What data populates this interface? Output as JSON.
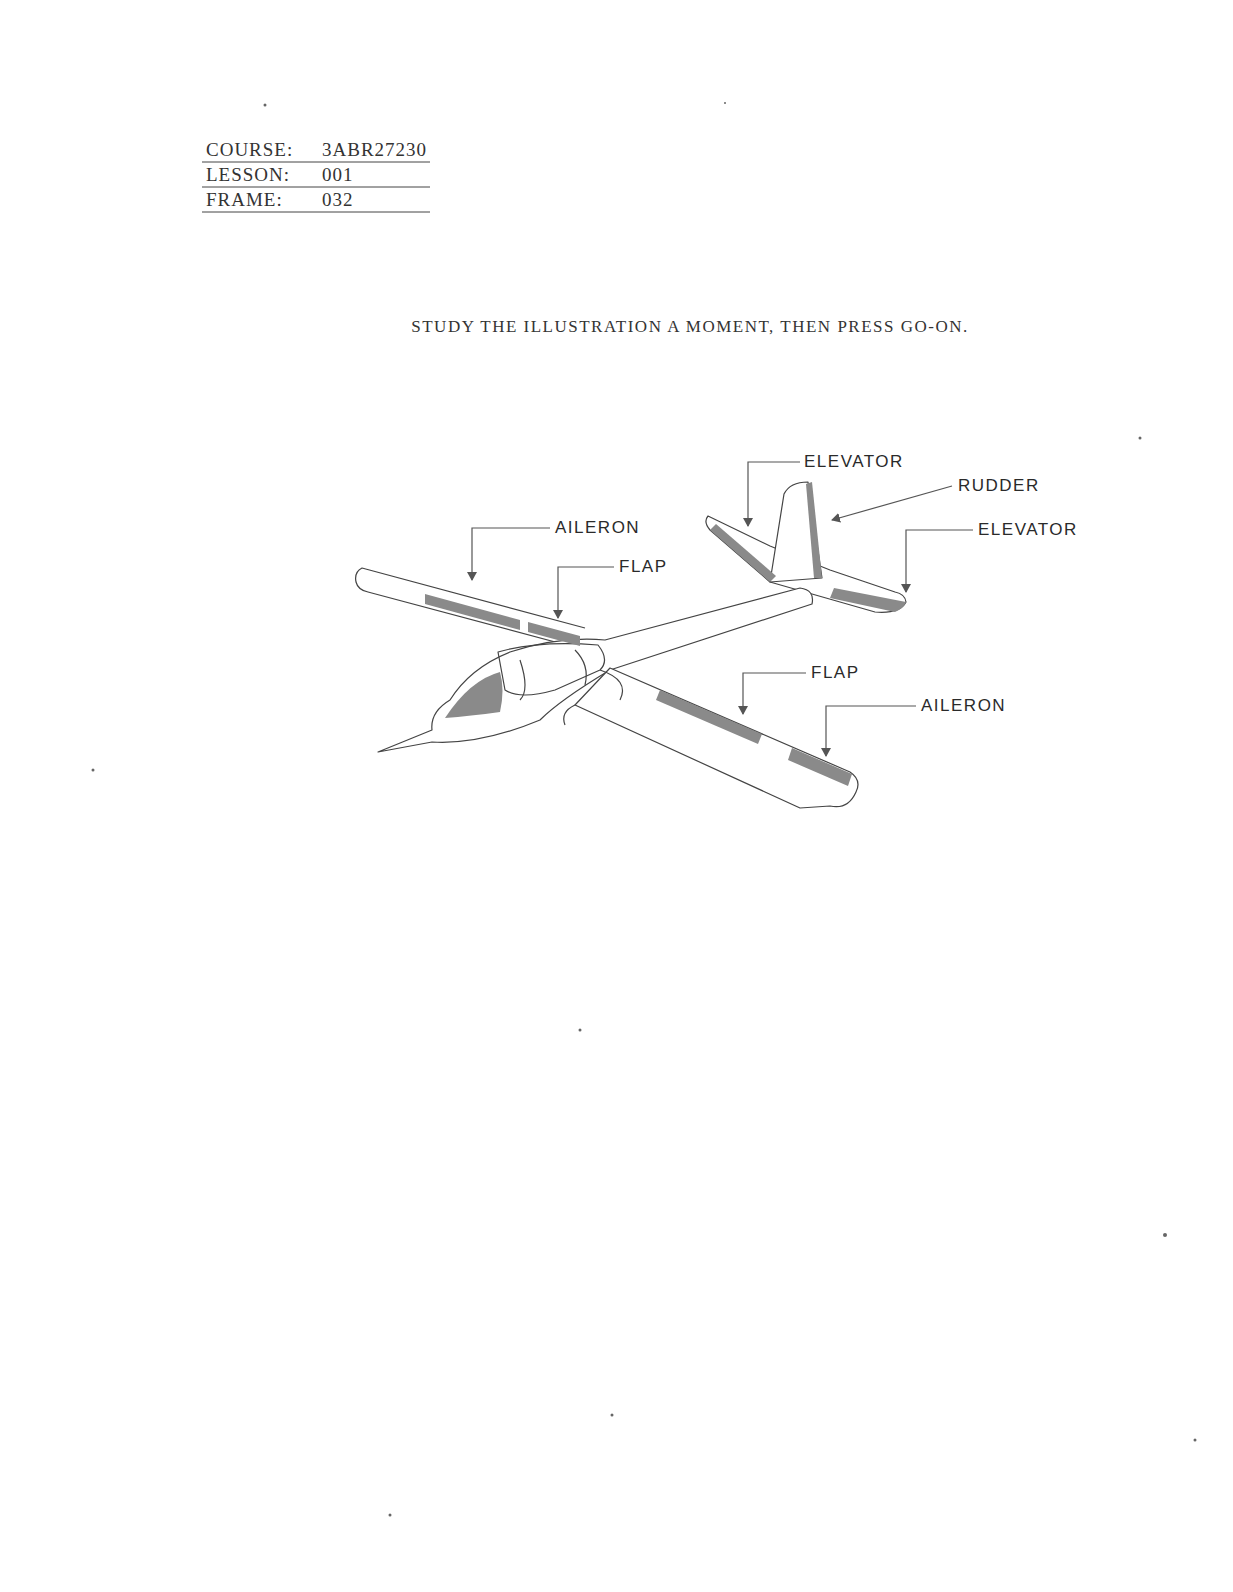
{
  "diagram": {
    "title": "STUDY THE ILLUSTRATION A MOMENT, THEN PRESS GO-ON.",
    "labels": [
      "COURSE:",
      "3ABR27230",
      "LESSON:",
      "001",
      "FRAME:",
      "032",
      "ELEVATOR",
      "RUDDER",
      "ELEVATOR",
      "AILERON",
      "FLAP",
      "FLAP",
      "AILERON"
    ]
  }
}
